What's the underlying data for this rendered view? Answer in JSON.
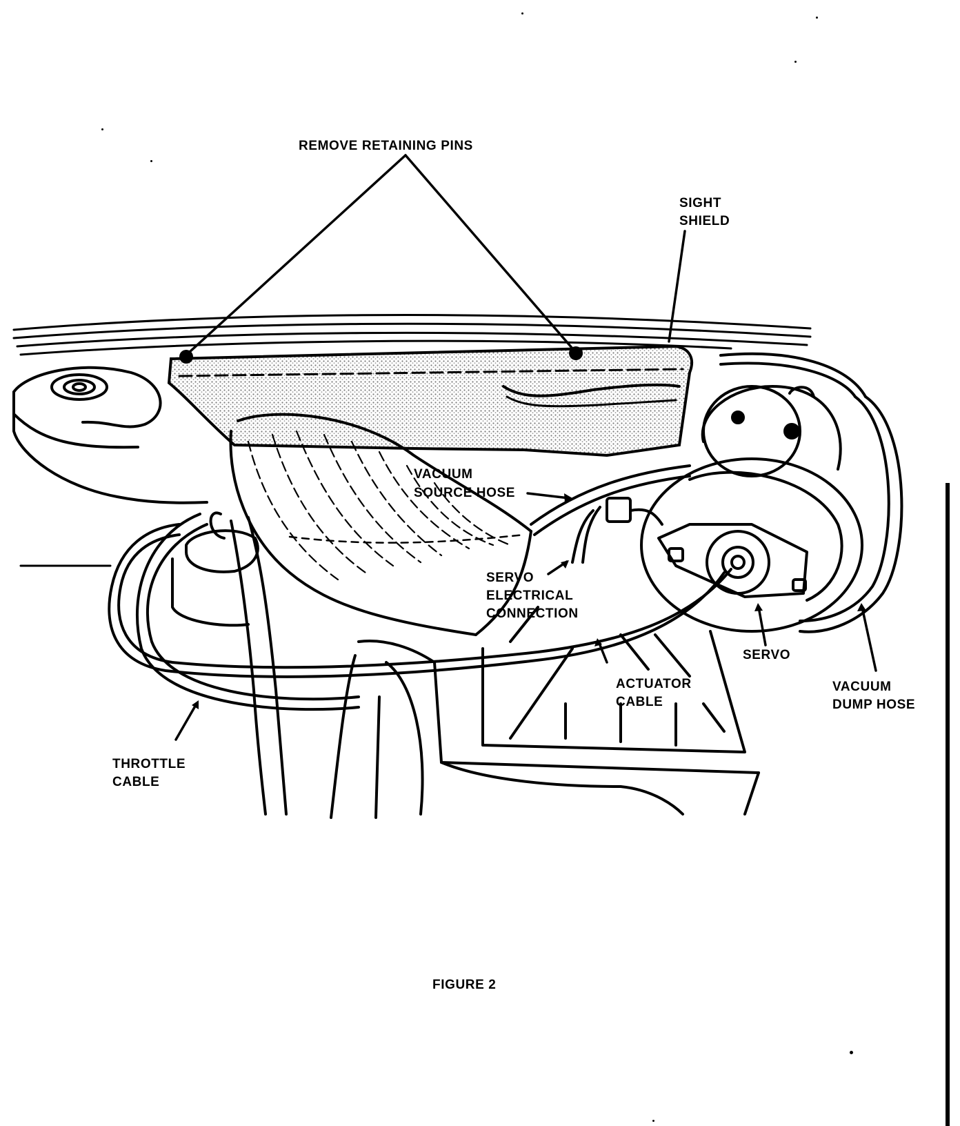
{
  "figure": {
    "caption": "FIGURE 2",
    "labels": {
      "remove_retaining_pins": "REMOVE RETAINING PINS",
      "sight_line1": "SIGHT",
      "sight_line2": "SHIELD",
      "vacuum_source_line1": "VACUUM",
      "vacuum_source_line2": "SOURCE HOSE",
      "servo_elec_line1": "SERVO",
      "servo_elec_line2": "ELECTRICAL",
      "servo_elec_line3": "CONNECTION",
      "servo": "SERVO",
      "actuator_line1": "ACTUATOR",
      "actuator_line2": "CABLE",
      "vacuum_dump_line1": "VACUUM",
      "vacuum_dump_line2": "DUMP HOSE",
      "throttle_line1": "THROTTLE",
      "throttle_line2": "CABLE"
    }
  },
  "style": {
    "ink": "#000000",
    "paper": "#ffffff",
    "shading": "#b8b8b8"
  }
}
